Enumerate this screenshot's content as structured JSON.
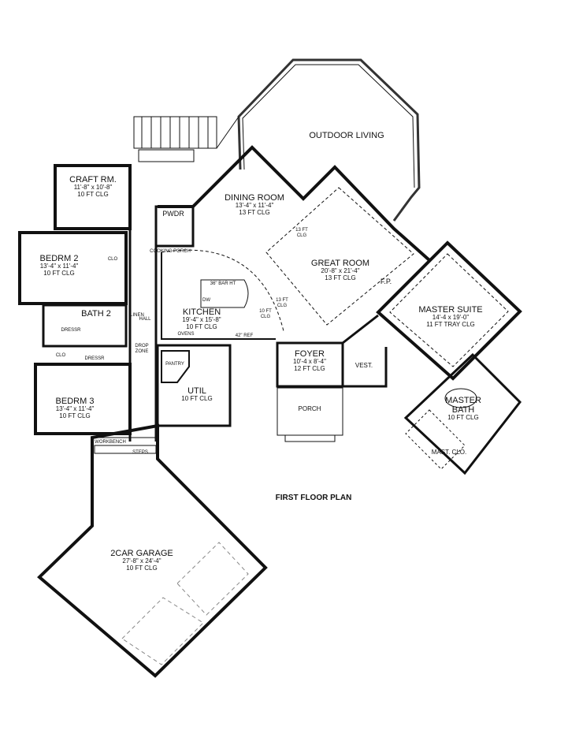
{
  "title": "FIRST FLOOR PLAN",
  "rooms": {
    "outdoor_living": {
      "name": "OUTDOOR LIVING"
    },
    "dining": {
      "name": "DINING ROOM",
      "size": "13'-4\" x 11'-4\"",
      "ceiling": "13 FT CLG"
    },
    "great": {
      "name": "GREAT ROOM",
      "size": "20'-8\" x 21'-4\"",
      "ceiling": "13 FT CLG"
    },
    "craft": {
      "name": "CRAFT RM.",
      "size": "11'-8\" x 10'-8\"",
      "ceiling": "10 FT CLG"
    },
    "bedrm2": {
      "name": "BEDRM 2",
      "size": "13'-4\" x 11'-4\"",
      "ceiling": "10 FT CLG"
    },
    "bath2": {
      "name": "BATH 2"
    },
    "bedrm3": {
      "name": "BEDRM 3",
      "size": "13'-4\" x 11'-4\"",
      "ceiling": "10 FT CLG"
    },
    "kitchen": {
      "name": "KITCHEN",
      "size": "19'-4\" x 15'-8\"",
      "ceiling": "10 FT CLG"
    },
    "util": {
      "name": "UTIL",
      "ceiling": "10 FT CLG"
    },
    "foyer": {
      "name": "FOYER",
      "size": "10'-4 x 8'-4\"",
      "ceiling": "12 FT CLG"
    },
    "porch": {
      "name": "PORCH"
    },
    "master_suite": {
      "name": "MASTER SUITE",
      "size": "14'-4 x 19'-0\"",
      "ceiling": "11 FT TRAY CLG"
    },
    "master_bath": {
      "name": "MASTER BATH",
      "ceiling": "10 FT CLG"
    },
    "garage": {
      "name": "2CAR GARAGE",
      "size": "27'-8\" x 24'-4\"",
      "ceiling": "10 FT CLG"
    }
  },
  "small_labels": {
    "pwdr": "PWDR",
    "cooking_porch": "COOKING PORCH",
    "clo": "CLO",
    "linen": "LINEN",
    "hall": "HALL",
    "dresser": "DRESSR",
    "drop_zone": "DROP ZONE",
    "pantry": "PANTRY",
    "ovens": "OVENS",
    "dw": "DW",
    "bar": "36\" BAR HT",
    "ref": "42\" REF",
    "fp": "F.P.",
    "vest": "VEST.",
    "mast_clo": "MAST. CLO.",
    "workbench": "WORKBENCH",
    "steps": "STEPS",
    "ceil_10": "10 FT CLG",
    "ceil_13": "13 FT CLG"
  }
}
